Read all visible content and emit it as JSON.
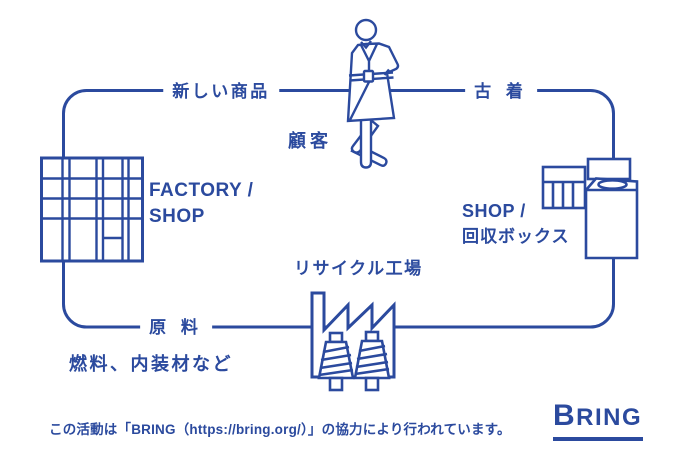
{
  "colors": {
    "brand_blue": "#2b4a9e",
    "background": "#ffffff"
  },
  "diagram": {
    "cycle_labels": {
      "new_product": "新しい商品",
      "used_clothes": "古 着",
      "raw_material": "原 料"
    },
    "nodes": {
      "customer": "顧客",
      "factory_shop": [
        "FACTORY /",
        "SHOP"
      ],
      "shop_collection_box": [
        "SHOP /",
        "回収ボックス"
      ],
      "recycle_factory": "リサイクル工場",
      "fuel_note": "燃料、内装材など"
    },
    "icons": {
      "customer_icon": "person-in-coat",
      "fabric_icon": "plaid-fabric-swatch",
      "collection_box_icon": "collection-box-with-crate",
      "factory_icon": "factory-with-thread-cones"
    }
  },
  "footer": {
    "credit": "この活動は「BRING（https://bring.org/）」の協力により行われています。",
    "logo_text": "BRING"
  }
}
